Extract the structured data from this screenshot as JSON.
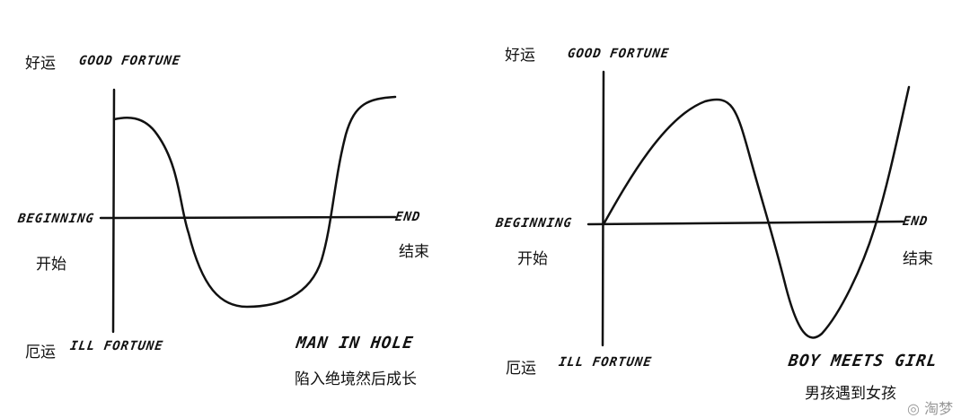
{
  "left": {
    "good_zh": "好运",
    "good_en": "GOOD FORTUNE",
    "ill_zh": "厄运",
    "ill_en": "ILL FORTUNE",
    "begin_en": "BEGINNING",
    "begin_zh": "开始",
    "end_en": "END",
    "end_zh": "结束",
    "title_en": "MAN IN HOLE",
    "title_zh": "陷入绝境然后成长"
  },
  "right": {
    "good_zh": "好运",
    "good_en": "GOOD FORTUNE",
    "ill_zh": "厄运",
    "ill_en": "ILL FORTUNE",
    "begin_en": "BEGINNING",
    "begin_zh": "开始",
    "end_en": "END",
    "end_zh": "结束",
    "title_en": "BOY MEETS GIRL",
    "title_zh": "男孩遇到女孩"
  },
  "watermark": "淘梦"
}
